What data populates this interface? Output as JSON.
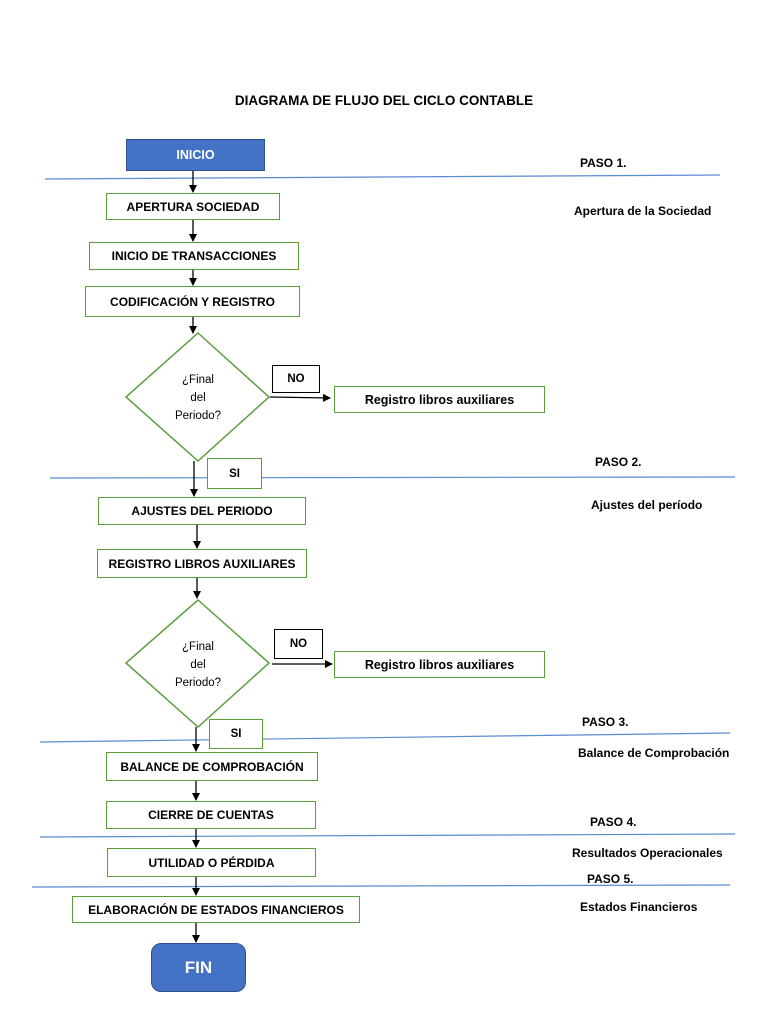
{
  "title": "DIAGRAMA DE FLUJO DEL CICLO CONTABLE",
  "start_label": "INICIO",
  "end_label": "FIN",
  "process": {
    "apertura": "APERTURA SOCIEDAD",
    "inicio_transacciones": "INICIO DE TRANSACCIONES",
    "codificacion": "CODIFICACIÓN Y REGISTRO",
    "ajustes": "AJUSTES DEL PERIODO",
    "registro_libros": "REGISTRO LIBROS AUXILIARES",
    "balance": "BALANCE DE COMPROBACIÓN",
    "cierre": "CIERRE DE CUENTAS",
    "utilidad": "UTILIDAD O PÉRDIDA",
    "elaboracion": "ELABORACIÓN DE ESTADOS FINANCIEROS"
  },
  "decisions": [
    {
      "line1": "¿Final",
      "line2": "del",
      "line3": "Periodo?",
      "no_label": "NO",
      "si_label": "SI",
      "no_target": "Registro libros auxiliares"
    },
    {
      "line1": "¿Final",
      "line2": "del",
      "line3": "Periodo?",
      "no_label": "NO",
      "si_label": "SI",
      "no_target": "Registro libros auxiliares"
    }
  ],
  "steps": [
    {
      "paso": "PASO 1.",
      "section": "Apertura de la Sociedad"
    },
    {
      "paso": "PASO 2.",
      "section": "Ajustes del período"
    },
    {
      "paso": "PASO 3.",
      "section": "Balance de Comprobación"
    },
    {
      "paso": "PASO 4.",
      "section": "Resultados Operacionales"
    },
    {
      "paso": "PASO 5.",
      "section": "Estados Financieros"
    }
  ],
  "colors": {
    "start_fill": "#4472c4",
    "process_border": "#5a9e3a",
    "separator": "#5b8bd0",
    "connector": "#000000"
  }
}
